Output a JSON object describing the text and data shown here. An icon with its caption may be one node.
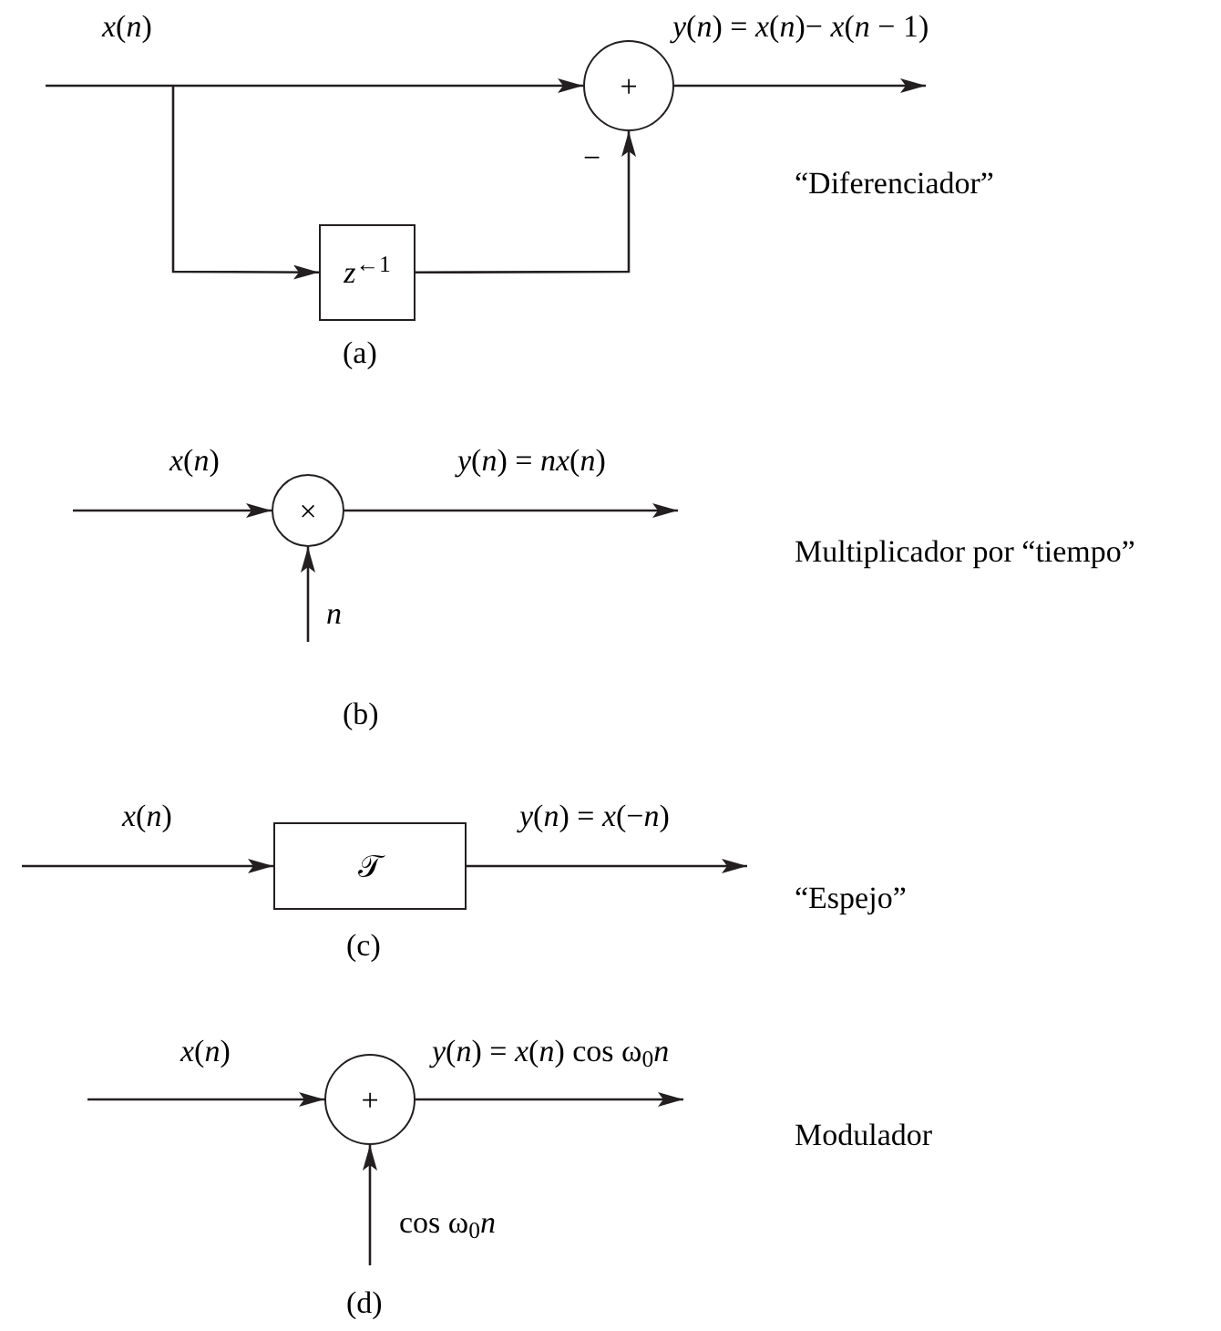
{
  "diagram": {
    "nodes": [
      {
        "text": [
          "+"
        ]
      },
      {
        "text": [
          "*z*$^{←1}$"
        ]
      },
      {
        "text": [
          "×"
        ]
      },
      {
        "text": [
          "𝒯"
        ]
      },
      {
        "text": [
          "+"
        ]
      }
    ],
    "edges": [
      {
        "from": null,
        "to": 0,
        "arrow": "to",
        "label": "*x*(*n*)"
      },
      {
        "from": null,
        "to": 1,
        "arrow": "to"
      },
      {
        "from": 1,
        "to": 0,
        "arrow": "to"
      },
      {
        "from": 0,
        "to": null,
        "arrow": "to",
        "label": "*y*(*n*) = *x*(*n*)− *x*(*n* − 1)"
      },
      {
        "from": null,
        "to": 2,
        "arrow": "to",
        "label": "*x*(*n*)"
      },
      {
        "from": 2,
        "to": null,
        "arrow": "to",
        "label": "*y*(*n*) = *nx*(*n*)"
      },
      {
        "from": null,
        "to": 2,
        "arrow": "to",
        "label": "*n*"
      },
      {
        "from": null,
        "to": 3,
        "arrow": "to",
        "label": "*x*(*n*)"
      },
      {
        "from": 3,
        "to": null,
        "arrow": "to",
        "label": "*y*(*n*) = *x*(−*n*)"
      },
      {
        "from": null,
        "to": 4,
        "arrow": "to",
        "label": "*x*(*n*)"
      },
      {
        "from": 4,
        "to": null,
        "arrow": "to",
        "label": "*y*(*n*) = *x*(*n*) cos ω$_{0}$*n*"
      },
      {
        "from": null,
        "to": 4,
        "arrow": "to",
        "label": "cos ω$_{0}$*n*"
      }
    ],
    "labels": [
      "−",
      "“Diferenciador”",
      "(a)",
      "Multiplicador por “tiempo”",
      "(b)",
      "“Espejo”",
      "(c)",
      "Modulador",
      "(d)"
    ]
  }
}
